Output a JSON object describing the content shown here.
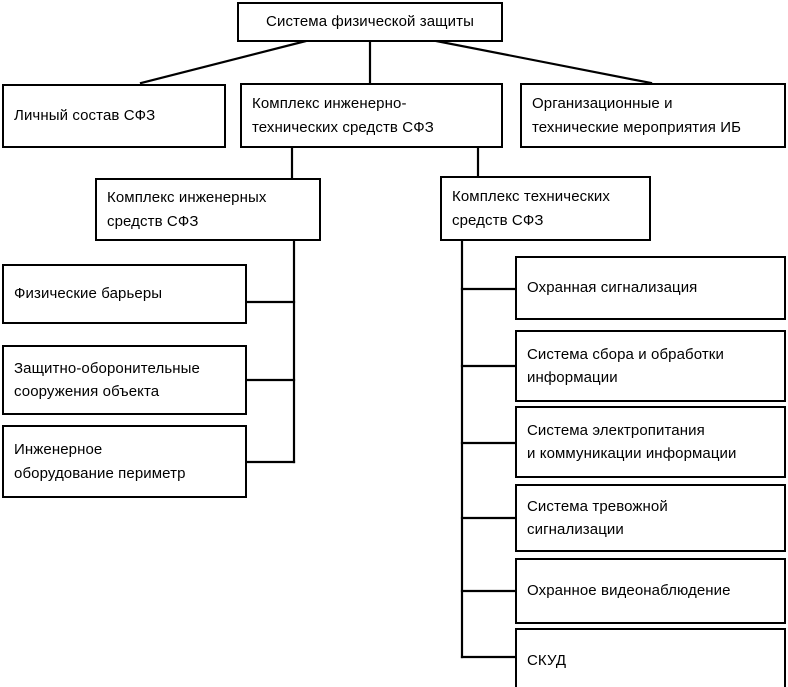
{
  "diagram": {
    "title": "Система физической защиты",
    "type": "org-tree",
    "line_color": "#000000",
    "box_border_color": "#000000",
    "box_fill_color": "#ffffff",
    "text_color": "#000000",
    "nodes": {
      "root": {
        "label": "Система физической защиты"
      },
      "level2": [
        {
          "id": "personnel",
          "label": "Личный состав СФЗ"
        },
        {
          "id": "eng_tech_complex",
          "label": "Комплекс инженерно-\nтехнических средств СФЗ"
        },
        {
          "id": "org_tech_measures",
          "label": "Организационные и\nтехнические мероприятия ИБ"
        }
      ],
      "level3": [
        {
          "id": "eng_means",
          "label": "Комплекс инженерных\nсредств СФЗ"
        },
        {
          "id": "tech_means",
          "label": "Комплекс технических\nсредств СФЗ"
        }
      ],
      "eng_children": [
        {
          "id": "physical_barriers",
          "label": "Физические барьеры"
        },
        {
          "id": "defensive_structures",
          "label": "Защитно-оборонительные\nсооружения объекта"
        },
        {
          "id": "perimeter_equipment",
          "label": "Инженерное\nоборудование периметр"
        }
      ],
      "tech_children": [
        {
          "id": "security_alarm",
          "label": "Охранная сигнализация"
        },
        {
          "id": "data_collection",
          "label": "Система сбора и обработки\nинформации"
        },
        {
          "id": "power_supply",
          "label": "Система электропитания\nи коммуникации информации"
        },
        {
          "id": "panic_alarm",
          "label": "Система тревожной\nсигнализации"
        },
        {
          "id": "video_surveillance",
          "label": "Охранное видеонаблюдение"
        },
        {
          "id": "access_control",
          "label": "СКУД"
        }
      ]
    }
  }
}
